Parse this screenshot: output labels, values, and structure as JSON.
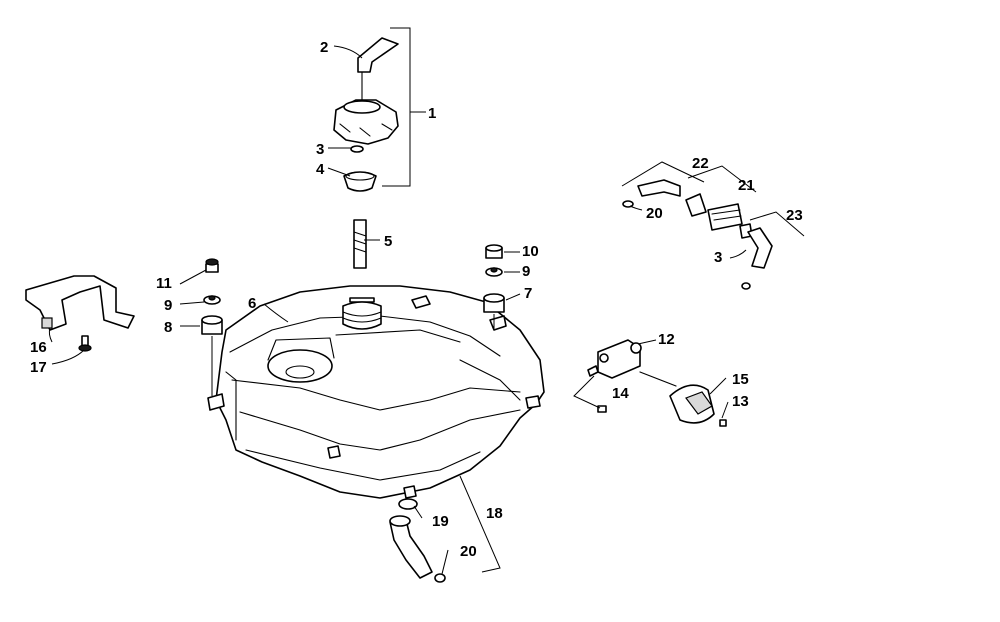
{
  "diagram": {
    "callouts": [
      "1",
      "2",
      "3",
      "4",
      "5",
      "6",
      "7",
      "8",
      "9",
      "10",
      "11",
      "12",
      "13",
      "14",
      "15",
      "16",
      "17",
      "18",
      "19",
      "20",
      "21",
      "22",
      "23",
      "3",
      "9",
      "20"
    ]
  }
}
